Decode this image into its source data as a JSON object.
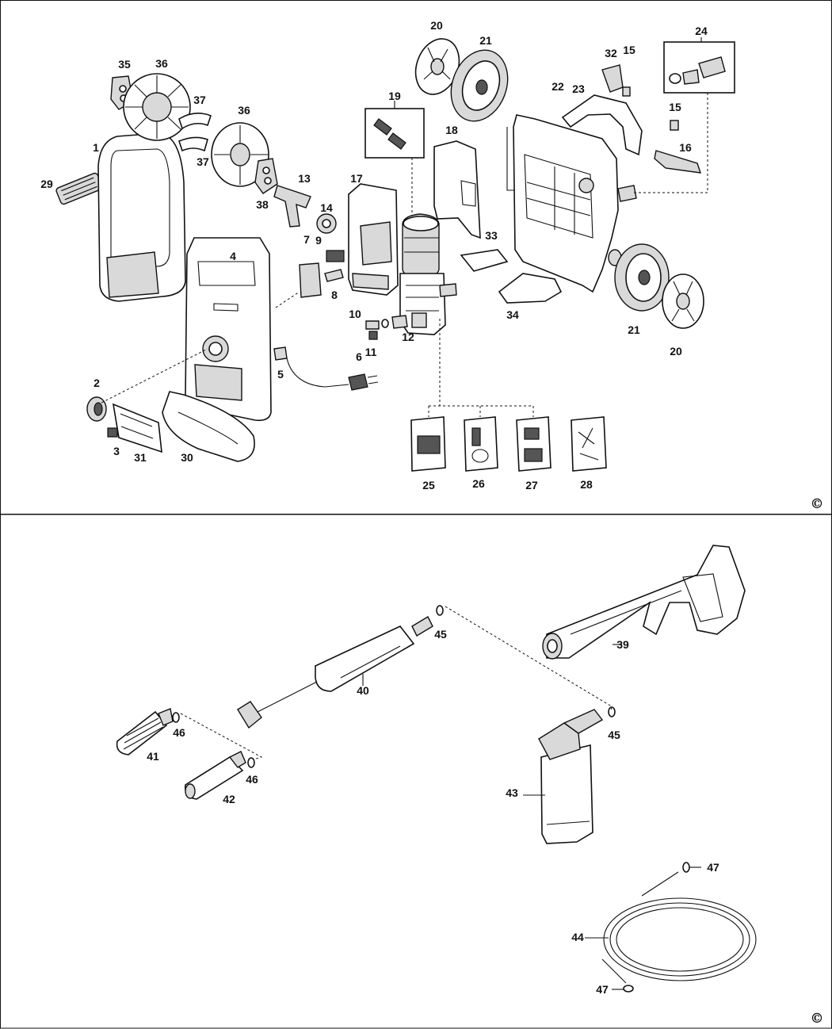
{
  "sections": [
    {
      "name": "main-unit-exploded-view",
      "copyright_symbol": "©"
    },
    {
      "name": "accessories-exploded-view",
      "copyright_symbol": "©"
    }
  ],
  "part_labels": [
    "1",
    "2",
    "3",
    "4",
    "5",
    "6",
    "7",
    "8",
    "9",
    "10",
    "11",
    "12",
    "13",
    "14",
    "15",
    "15",
    "16",
    "17",
    "18",
    "19",
    "20",
    "20",
    "21",
    "21",
    "22",
    "23",
    "24",
    "25",
    "26",
    "27",
    "28",
    "29",
    "30",
    "31",
    "32",
    "33",
    "34",
    "35",
    "36",
    "36",
    "37",
    "37",
    "38",
    "39",
    "40",
    "41",
    "42",
    "43",
    "44",
    "45",
    "45",
    "46",
    "46",
    "47",
    "47"
  ]
}
